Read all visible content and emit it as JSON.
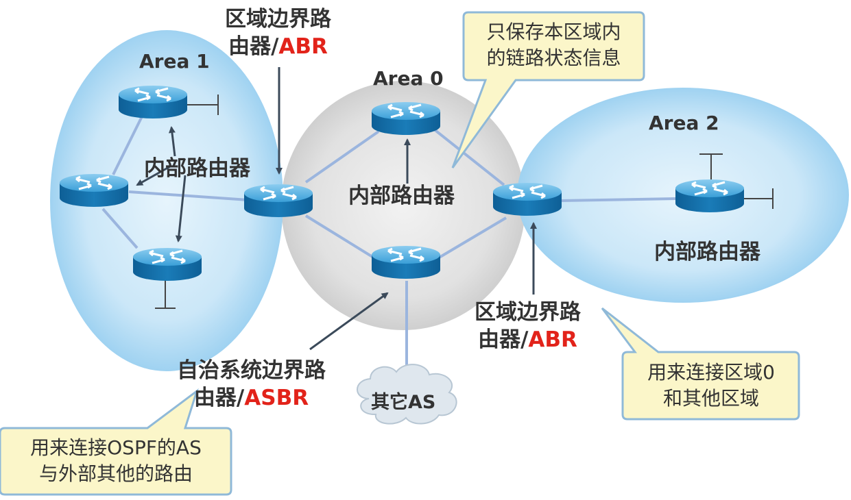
{
  "areas": {
    "area1": "Area 1",
    "area0": "Area 0",
    "area2": "Area 2"
  },
  "labels": {
    "abr_top_line1": "区域边界路",
    "abr_top_line2a": "由器/",
    "abr_top_line2b": "ABR",
    "internal_area1": "内部路由器",
    "internal_area0": "内部路由器",
    "internal_area2": "内部路由器",
    "abr_bottom_line1": "区域边界路",
    "abr_bottom_line2a": "由器/",
    "abr_bottom_line2b": "ABR",
    "asbr_line1": "自治系统边界路",
    "asbr_line2a": "由器/",
    "asbr_line2b": "ASBR",
    "cloud": "其它AS"
  },
  "callouts": {
    "top_line1": "只保存本区域内",
    "top_line2": "的链路状态信息",
    "right_line1": "用来连接区域0",
    "right_line2": "和其他区域",
    "left_line1": "用来连接OSPF的AS",
    "left_line2": "与外部其他的路由"
  },
  "colors": {
    "accent_red": "#e2231a",
    "router_blue": "#1a7cb8",
    "area_blue": "#bfe2f7",
    "backbone_gray": "#d9d9d9",
    "callout_fill": "#fbf6c9",
    "callout_border": "#8fb9d8",
    "link": "#9bb5de"
  }
}
